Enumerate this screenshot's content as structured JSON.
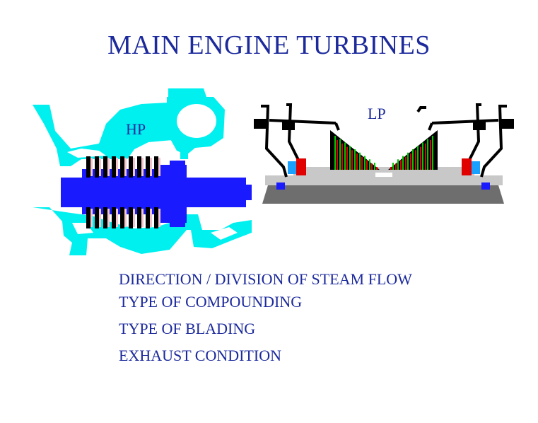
{
  "slide": {
    "title": "MAIN ENGINE TURBINES",
    "hp_label": "HP",
    "lp_label": "LP",
    "bullets": [
      "DIRECTION / DIVISION OF STEAM FLOW",
      "TYPE OF COMPOUNDING",
      "TYPE OF BLADING",
      "EXHAUST CONDITION"
    ]
  },
  "colors": {
    "title_text": "#1c2a9c",
    "casing_cyan": "#00f0f0",
    "rotor_blue": "#1a1aff",
    "blade_black": "#000000",
    "blade_pink": "#f4c4cc",
    "lp_green": "#00c800",
    "lp_red": "#e00000",
    "lp_base_gray": "#c8c8c8",
    "lp_dark_gray": "#6e6e6e"
  }
}
